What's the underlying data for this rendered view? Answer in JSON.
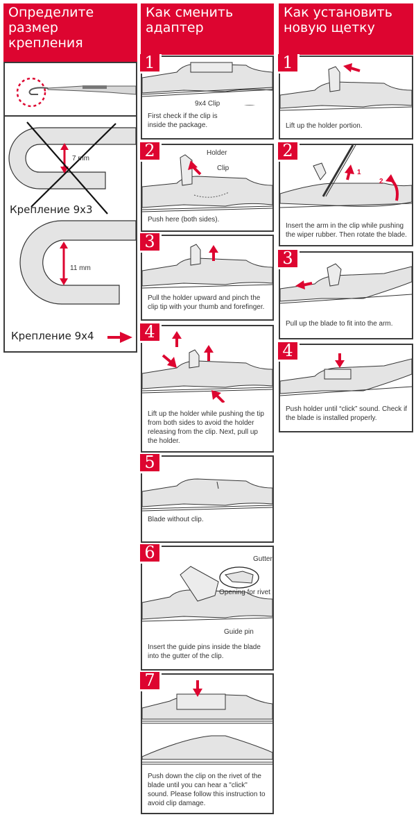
{
  "colors": {
    "accent": "#dd0530",
    "border": "#3a3a3a",
    "blade_fill": "#e4e4e4"
  },
  "columns": [
    {
      "header": [
        "Определите",
        "размер",
        "крепления"
      ],
      "sizes": [
        {
          "label": "Крепление 9x3",
          "measure": "7 mm",
          "crossed_out": true
        },
        {
          "label": "Крепление 9x4",
          "measure": "11 mm",
          "crossed_out": false,
          "indicator": "arrow-right-icon"
        }
      ]
    },
    {
      "header": [
        "Как сменить",
        "адаптер"
      ],
      "steps": [
        {
          "number": "1",
          "caption": "First check if the clip is inside the package.",
          "callouts": [
            "9x4 Clip"
          ]
        },
        {
          "number": "2",
          "caption": "Push here (both sides).",
          "callouts": [
            "Holder",
            "Clip"
          ]
        },
        {
          "number": "3",
          "caption": "Pull the holder upward and pinch the clip tip with your thumb and forefinger.",
          "callouts": []
        },
        {
          "number": "4",
          "caption": "Lift up the holder while pushing the tip from both sides to avoid the holder releasing from the clip. Next, pull up the holder.",
          "callouts": []
        },
        {
          "number": "5",
          "caption": "Blade without clip.",
          "callouts": []
        },
        {
          "number": "6",
          "caption": "Insert the guide pins inside the blade into the gutter of the clip.",
          "callouts": [
            "Gutter",
            "Opening for rivet",
            "Guide pin"
          ]
        },
        {
          "number": "7",
          "caption": "Push down the clip on the rivet of the blade until you can hear a \"click\" sound. Please follow this instruction to avoid clip damage.",
          "callouts": []
        }
      ]
    },
    {
      "header": [
        "Как установить",
        "новую щетку"
      ],
      "steps": [
        {
          "number": "1",
          "caption": "Lift up the holder portion.",
          "callouts": []
        },
        {
          "number": "2",
          "caption": "Insert the arm in the clip while pushing the wiper rubber. Then rotate the blade.",
          "callouts": [
            "1",
            "2"
          ]
        },
        {
          "number": "3",
          "caption": "Pull up the blade to fit into the arm.",
          "callouts": []
        },
        {
          "number": "4",
          "caption": "Push holder until “click” sound. Check if the blade is installed properly.",
          "callouts": []
        }
      ]
    }
  ]
}
